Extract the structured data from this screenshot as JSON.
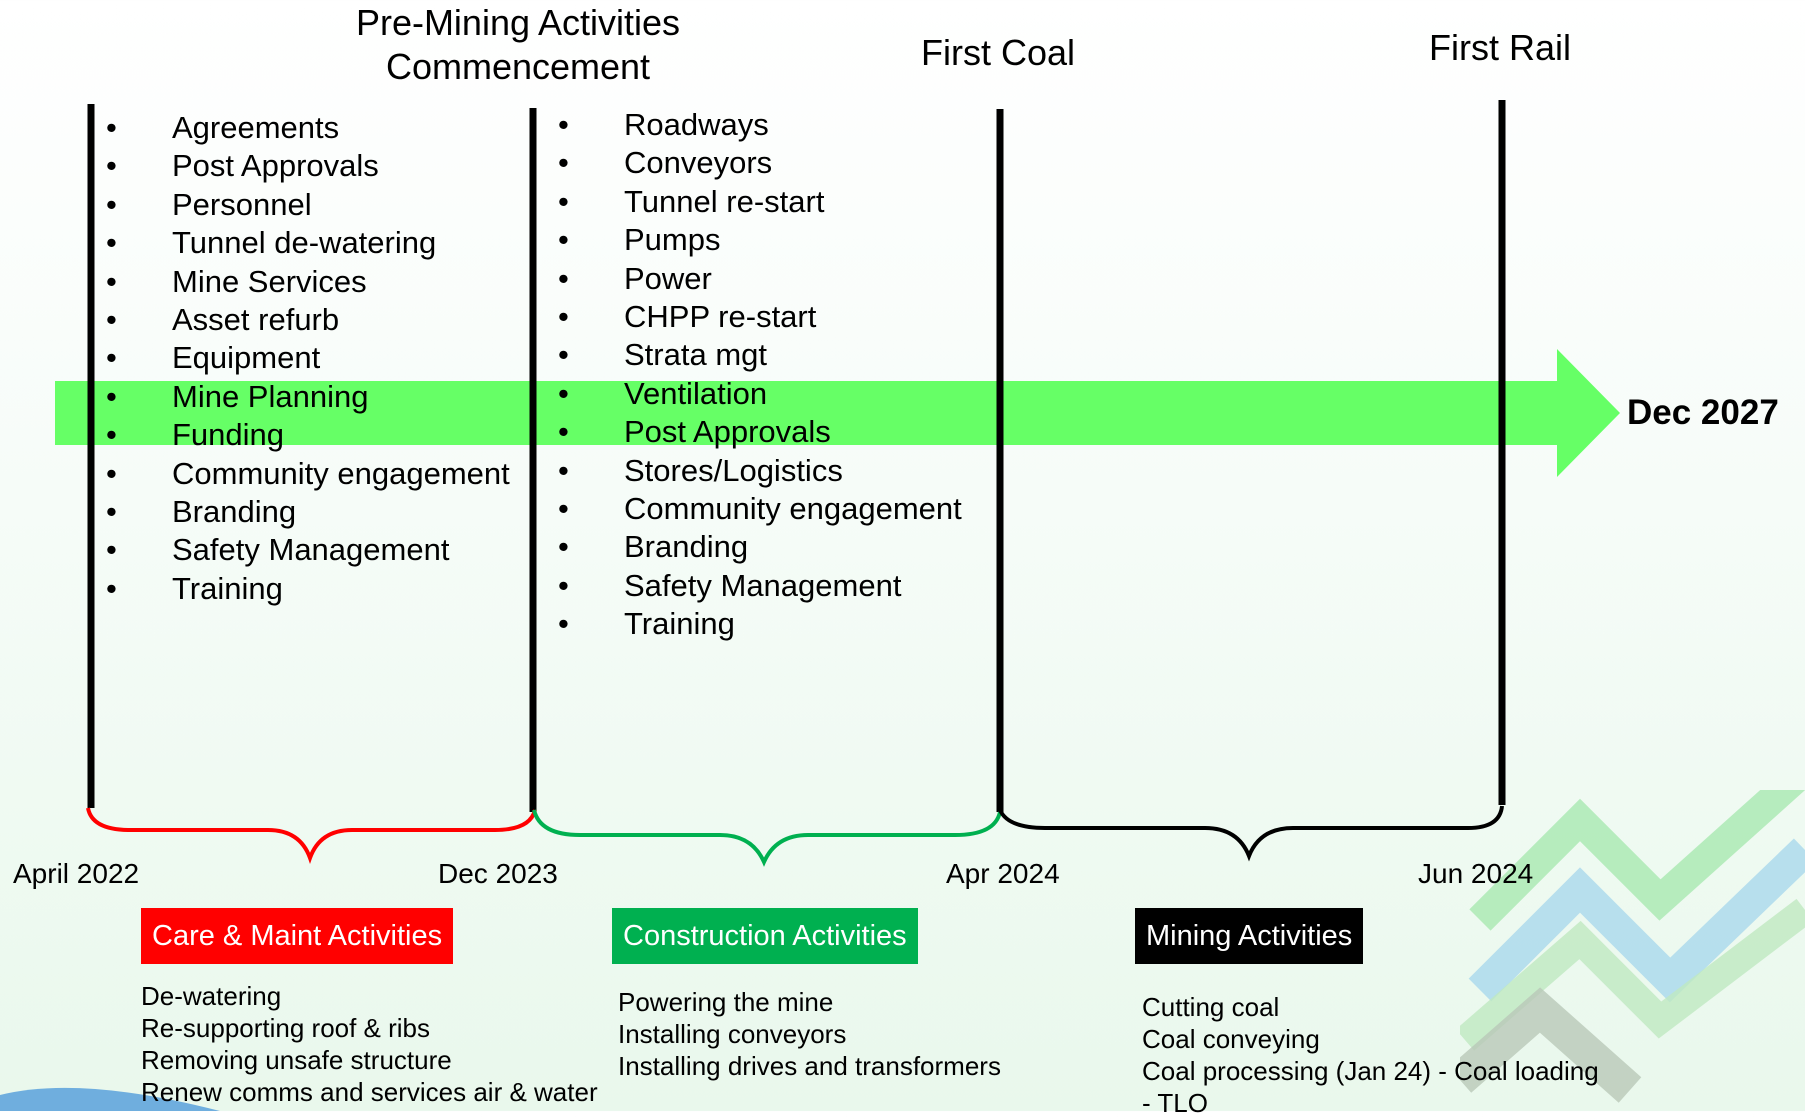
{
  "milestones": {
    "pre_mining": [
      "Pre-Mining Activities",
      "Commencement"
    ],
    "first_coal": "First Coal",
    "first_rail": "First Rail"
  },
  "timeline_end": "Dec 2027",
  "dates": [
    "April 2022",
    "Dec 2023",
    "Apr 2024",
    "Jun 2024"
  ],
  "phase1_bullets": [
    "Agreements",
    "Post Approvals",
    "Personnel",
    "Tunnel de-watering",
    "Mine Services",
    "Asset refurb",
    "Equipment",
    "Mine Planning",
    "Funding",
    "Community engagement",
    "Branding",
    "Safety Management",
    "Training"
  ],
  "phase2_bullets": [
    "Roadways",
    "Conveyors",
    "Tunnel re-start",
    "Pumps",
    "Power",
    "CHPP re-start",
    "Strata mgt",
    "Ventilation",
    "Post Approvals",
    "Stores/Logistics",
    "Community engagement",
    "Branding",
    "Safety Management",
    "Training"
  ],
  "categories": {
    "care": {
      "label": "Care & Maint Activities",
      "color": "#ff0000",
      "items": [
        "De-watering",
        "Re-supporting roof & ribs",
        "Removing unsafe structure",
        "Renew comms and services air & water"
      ]
    },
    "construction": {
      "label": "Construction Activities",
      "color": "#00b050",
      "items": [
        "Powering the mine",
        "Installing conveyors",
        "Installing drives and transformers"
      ]
    },
    "mining": {
      "label": "Mining Activities",
      "color": "#000000",
      "items": [
        "Cutting coal",
        "Coal conveying",
        "Coal processing (Jan 24) - Coal loading",
        "- TLO"
      ]
    }
  },
  "colors": {
    "arrow": "#66ff66",
    "care": "#ff0000",
    "construction": "#00b050",
    "mining": "#000000"
  }
}
